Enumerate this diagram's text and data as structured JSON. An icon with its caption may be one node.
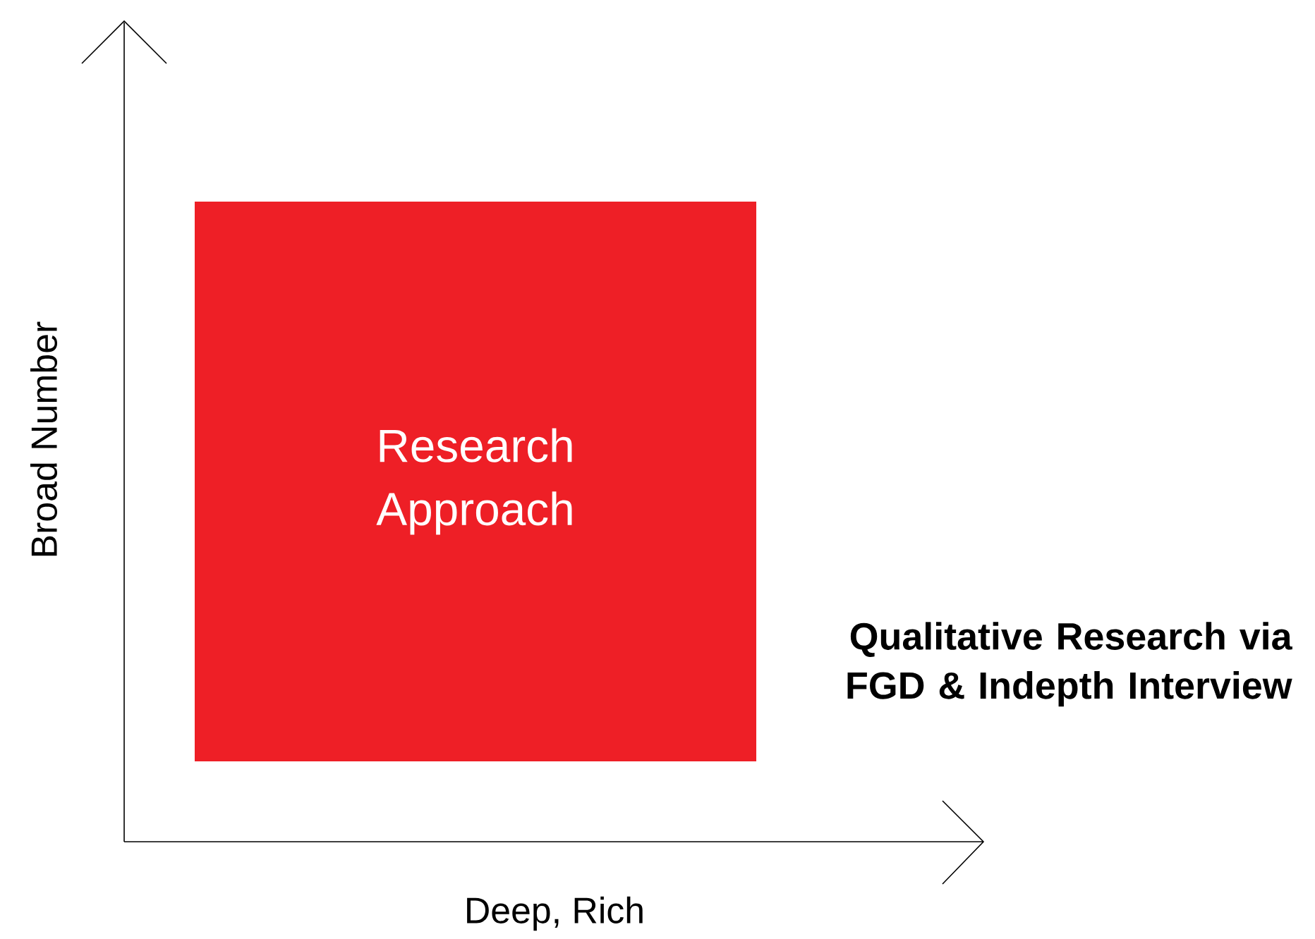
{
  "diagram": {
    "nodes": [
      {
        "text": [
          "Research Approach"
        ]
      }
    ],
    "labels": [
      "Broad Number",
      "Deep, Rich",
      "Qualitative Research via FGD & Indepth Interview"
    ]
  }
}
